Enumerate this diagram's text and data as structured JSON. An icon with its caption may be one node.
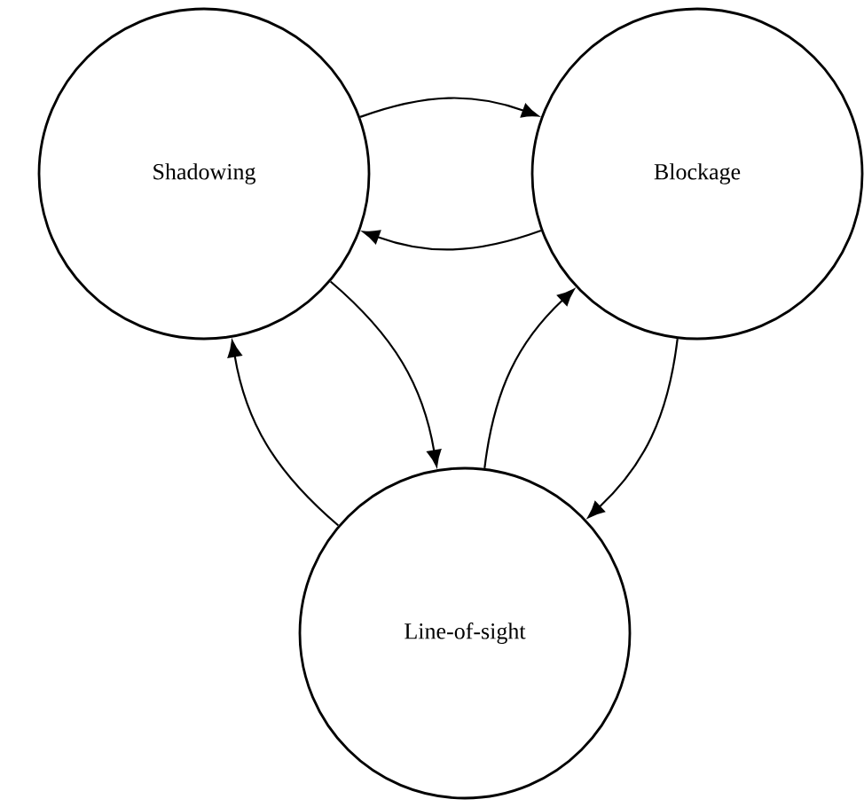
{
  "diagram": {
    "nodes": [
      {
        "text": [
          "Shadowing"
        ]
      },
      {
        "text": [
          "Blockage"
        ]
      },
      {
        "text": [
          "Line-of-sight"
        ]
      }
    ],
    "edges": [
      {
        "from": 0,
        "to": 1,
        "arrow": "to"
      },
      {
        "from": 1,
        "to": 0,
        "arrow": "to"
      },
      {
        "from": 0,
        "to": 2,
        "arrow": "to"
      },
      {
        "from": 2,
        "to": 0,
        "arrow": "to"
      },
      {
        "from": 2,
        "to": 1,
        "arrow": "to"
      },
      {
        "from": 1,
        "to": 2,
        "arrow": "to"
      }
    ]
  }
}
